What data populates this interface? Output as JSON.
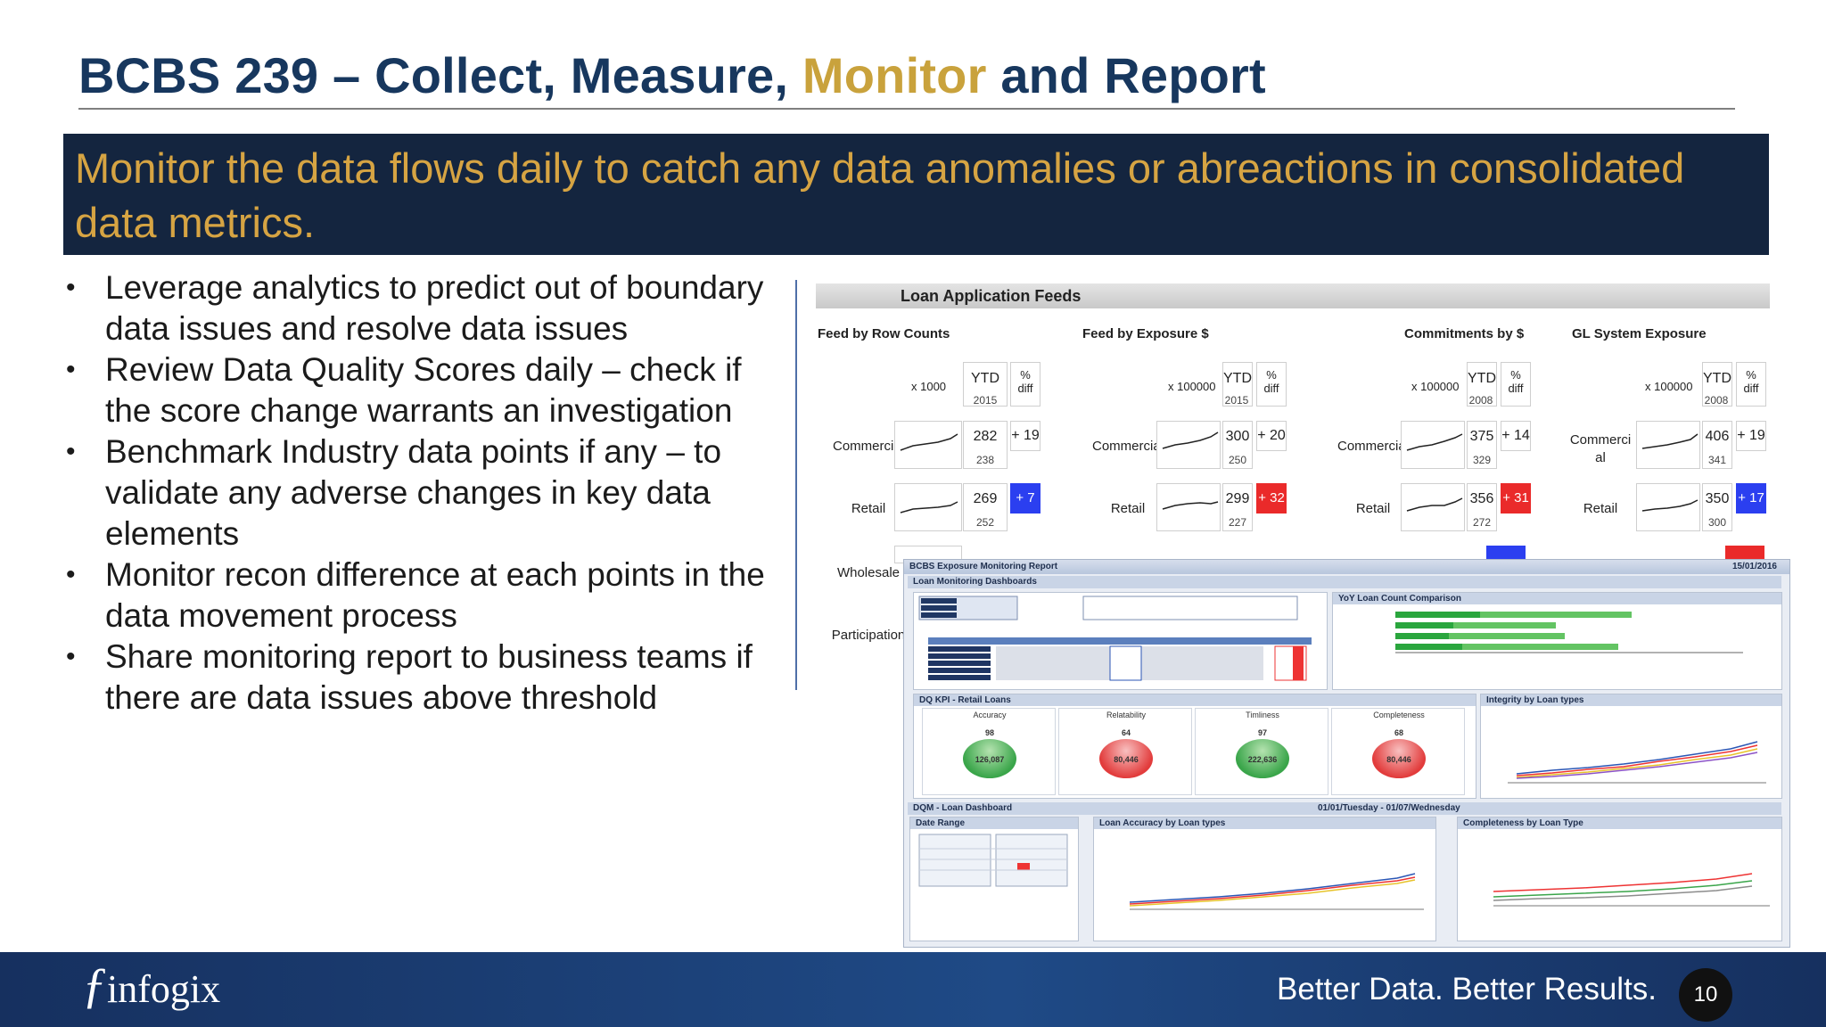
{
  "title": {
    "part1": "BCBS 239 – Collect, Measure, ",
    "accent": "Monitor",
    "part2": " and Report"
  },
  "banner": "Monitor the data flows daily to catch any data anomalies or abreactions in consolidated data metrics.",
  "bullets": [
    "Leverage analytics to predict out of boundary data issues and resolve data issues",
    "Review Data Quality Scores daily – check if the score change warrants an investigation",
    "Benchmark Industry data points if any – to validate any adverse changes in key data elements",
    "Monitor recon difference at each points in the data movement process",
    "Share monitoring report to business teams if there are data issues above threshold"
  ],
  "feeds": {
    "title": "Loan Application Feeds",
    "row_labels": [
      "Commercial",
      "Retail",
      "Wholesale",
      "Participation"
    ],
    "sections": [
      {
        "title": "Feed by Row Counts",
        "unit": "x 1000",
        "ytd": "YTD",
        "diff": "% diff",
        "year": "2015",
        "rows": [
          {
            "label": "Commercial",
            "value": "282",
            "prev": "238",
            "delta": "+ 19",
            "color": ""
          },
          {
            "label": "Retail",
            "value": "269",
            "prev": "252",
            "delta": "+ 7",
            "color": "#2b3ff0"
          }
        ]
      },
      {
        "title": "Feed by Exposure $",
        "unit": "x 100000",
        "ytd": "YTD",
        "diff": "% diff",
        "year": "2015",
        "rows": [
          {
            "label": "Commercial",
            "value": "300",
            "prev": "250",
            "delta": "+ 20",
            "color": ""
          },
          {
            "label": "Retail",
            "value": "299",
            "prev": "227",
            "delta": "+ 32",
            "color": "#ea2a2a"
          }
        ]
      },
      {
        "title": "Commitments by $",
        "unit": "x 100000",
        "ytd": "YTD",
        "diff": "% diff",
        "year": "2008",
        "rows": [
          {
            "label": "Commercial",
            "value": "375",
            "prev": "329",
            "delta": "+ 14",
            "color": ""
          },
          {
            "label": "Retail",
            "value": "356",
            "prev": "272",
            "delta": "+ 31",
            "color": "#ea2a2a"
          }
        ]
      },
      {
        "title": "GL System Exposure",
        "unit": "x 100000",
        "ytd": "YTD",
        "diff": "% diff",
        "year": "2008",
        "rows": [
          {
            "label": "Commerci al",
            "value": "406",
            "prev": "341",
            "delta": "+ 19",
            "color": ""
          },
          {
            "label": "Retail",
            "value": "350",
            "prev": "300",
            "delta": "+ 17",
            "color": "#2b3ff0"
          }
        ]
      }
    ]
  },
  "report": {
    "title": "BCBS Exposure Monitoring Report",
    "date": "15/01/2016",
    "dashboards": "Loan Monitoring Dashboards",
    "yoy": "YoY Loan Count Comparison",
    "kpi": "DQ KPI - Retail Loans",
    "integrity": "Integrity by Loan types",
    "kpis": [
      {
        "label": "Accuracy",
        "score": "98",
        "count": "126,087",
        "color": "#3aa54a"
      },
      {
        "label": "Relatability",
        "score": "64",
        "count": "80,446",
        "color": "#e23c3c"
      },
      {
        "label": "Timliness",
        "score": "97",
        "count": "222,636",
        "color": "#3aa54a"
      },
      {
        "label": "Completeness",
        "score": "68",
        "count": "80,446",
        "color": "#e23c3c"
      }
    ],
    "dqm": "DQM - Loan Dashboard",
    "dqm_range": "01/01/Tuesday - 01/07/Wednesday",
    "date_range": "Date Range",
    "accuracy_by": "Loan Accuracy by Loan types",
    "completeness_by": "Completeness by Loan Type"
  },
  "footer": {
    "logo": "infogix",
    "tagline": "Better Data. Better Results.",
    "page": "10"
  }
}
